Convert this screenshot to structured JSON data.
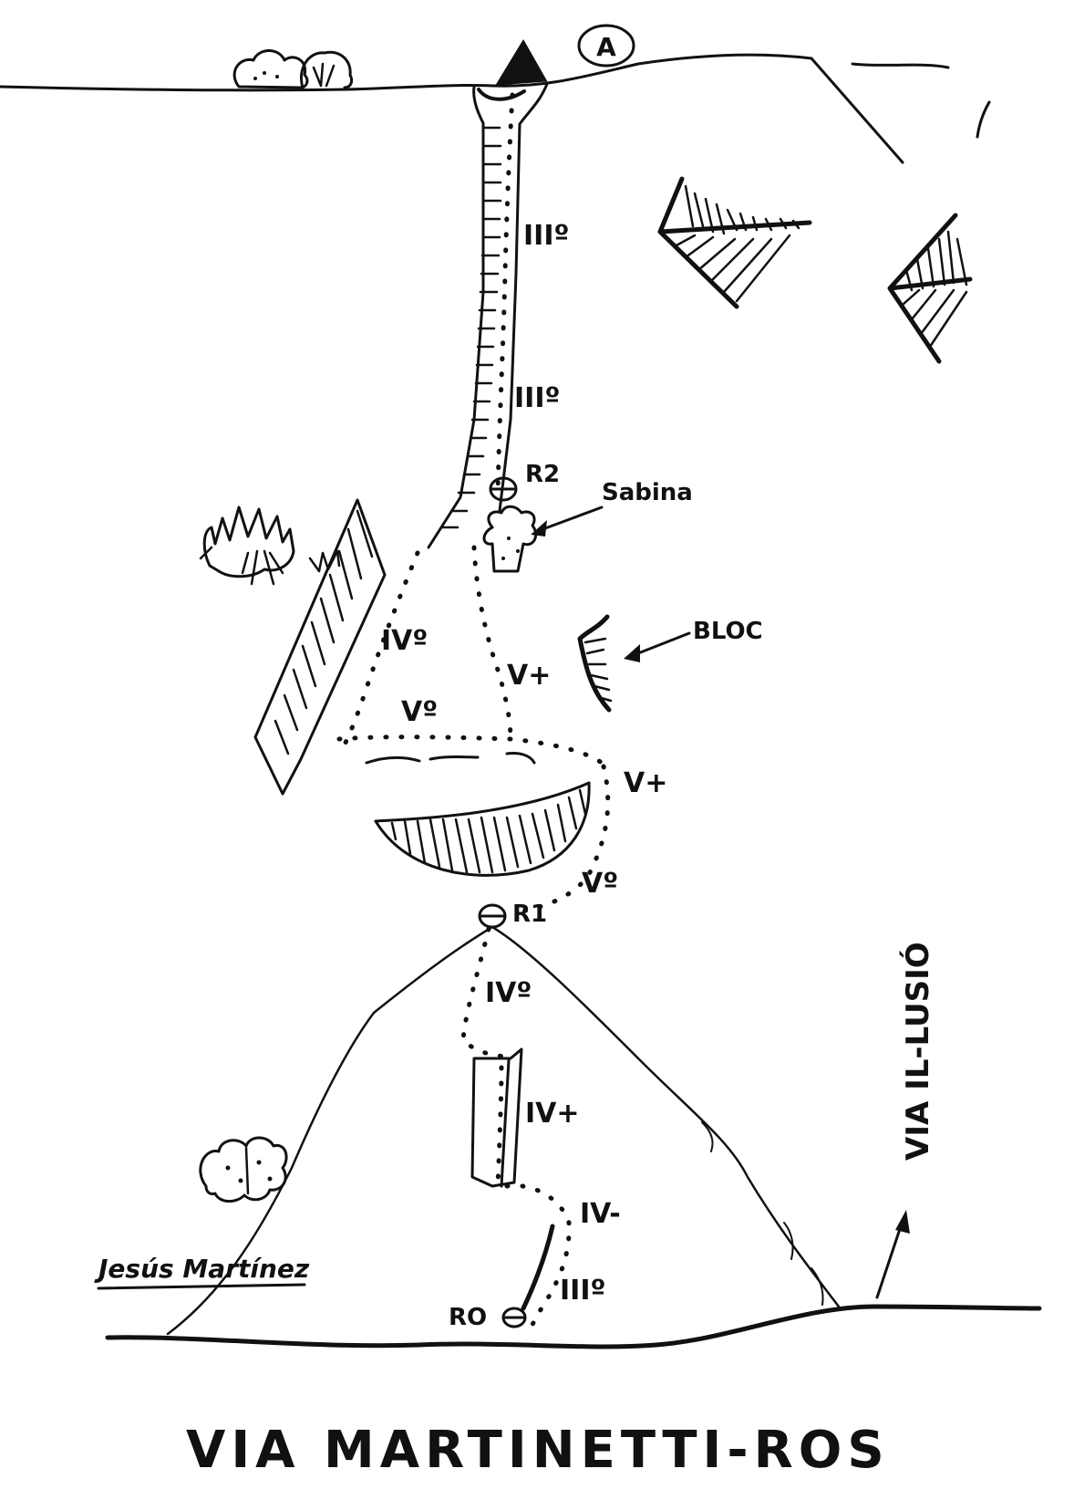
{
  "title": "VIA MARTINETTI-ROS",
  "author": "Jesús Martínez",
  "anchor_label": "A",
  "side_route_label": "VIA IL-LUSIÓ",
  "belays": [
    {
      "id": "r0",
      "label": "RO"
    },
    {
      "id": "r1",
      "label": "R1"
    },
    {
      "id": "r2",
      "label": "R2"
    }
  ],
  "annotations": {
    "sabina": "Sabina",
    "bloc": "BLOC"
  },
  "grades": [
    {
      "id": "g-top-1",
      "text": "IIIº"
    },
    {
      "id": "g-top-2",
      "text": "IIIº"
    },
    {
      "id": "g-p2-left",
      "text": "IVº"
    },
    {
      "id": "g-p2-mid",
      "text": "Vº"
    },
    {
      "id": "g-p2-right",
      "text": "V+"
    },
    {
      "id": "g-roof",
      "text": "V+"
    },
    {
      "id": "g-above-r1",
      "text": "Vº"
    },
    {
      "id": "g-p1-top",
      "text": "IVº"
    },
    {
      "id": "g-dihedral",
      "text": "IV+"
    },
    {
      "id": "g-flake",
      "text": "IV-"
    },
    {
      "id": "g-start",
      "text": "IIIº"
    }
  ]
}
